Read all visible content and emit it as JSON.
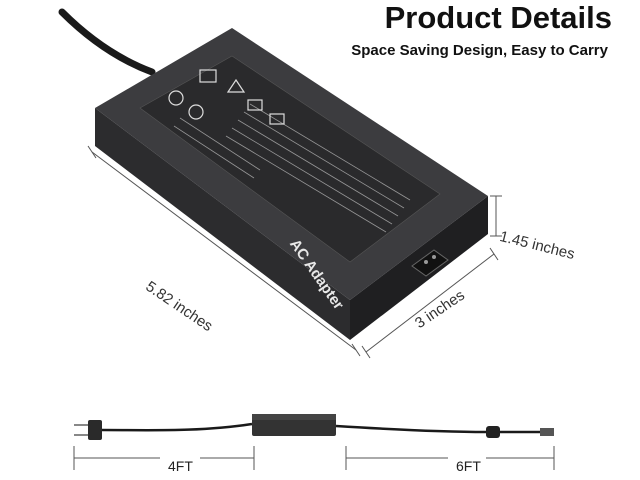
{
  "header": {
    "title": "Product Details",
    "subtitle": "Space Saving Design, Easy to Carry"
  },
  "dimensions": {
    "length": "5.82 inches",
    "width": "3 inches",
    "height": "1.45 inches"
  },
  "device_label": "AC Adapter",
  "cable": {
    "ac_cord_length": "4FT",
    "dc_cord_length": "6FT"
  },
  "colors": {
    "adapter_body": "#3a3a3c",
    "adapter_top": "#4a4a4d",
    "cable": "#1a1a1a",
    "dimension_lines": "#555555"
  }
}
